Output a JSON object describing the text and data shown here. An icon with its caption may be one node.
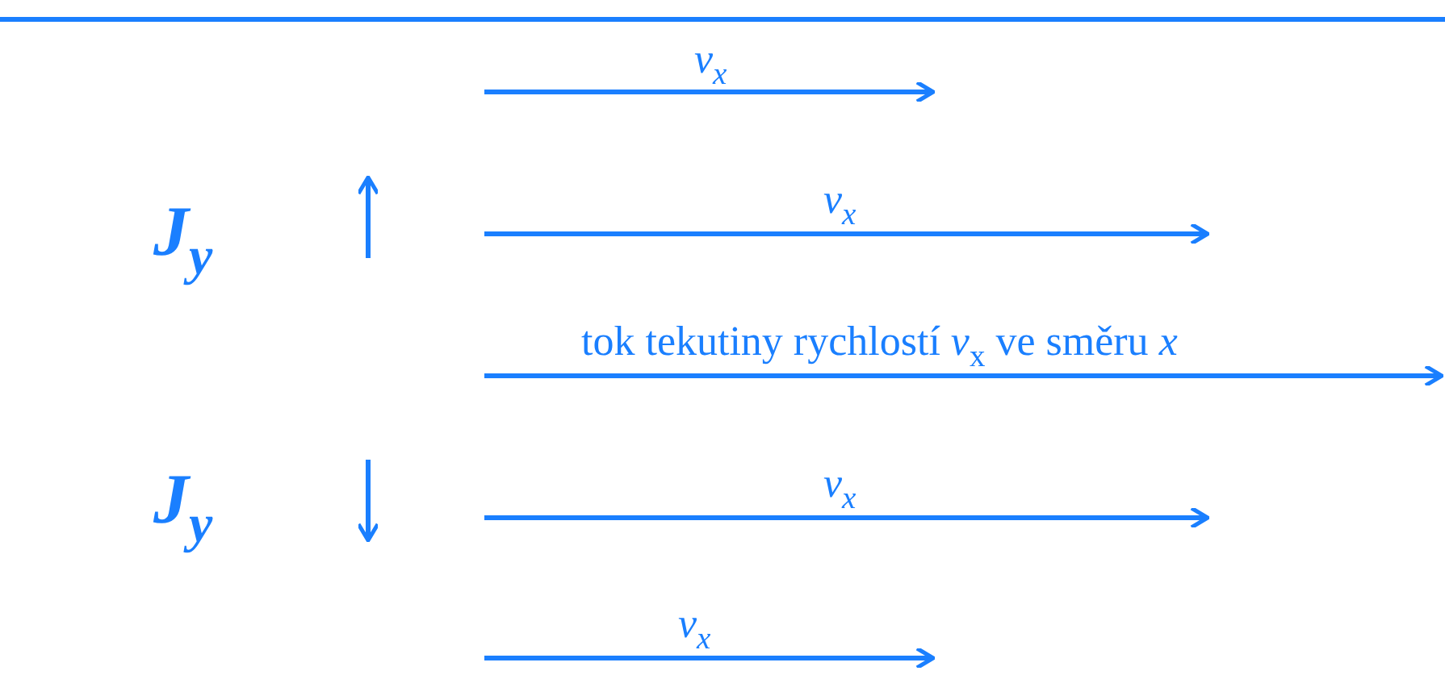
{
  "diagram": {
    "labels": [
      "v$_{x}$",
      "J$_{y}$",
      "v$_{x}$",
      "tok tekutiny rychlostí *v*$_{x}$ ve směru *x*",
      "J$_{y}$",
      "v$_{x}$",
      "v$_{x}$"
    ]
  }
}
